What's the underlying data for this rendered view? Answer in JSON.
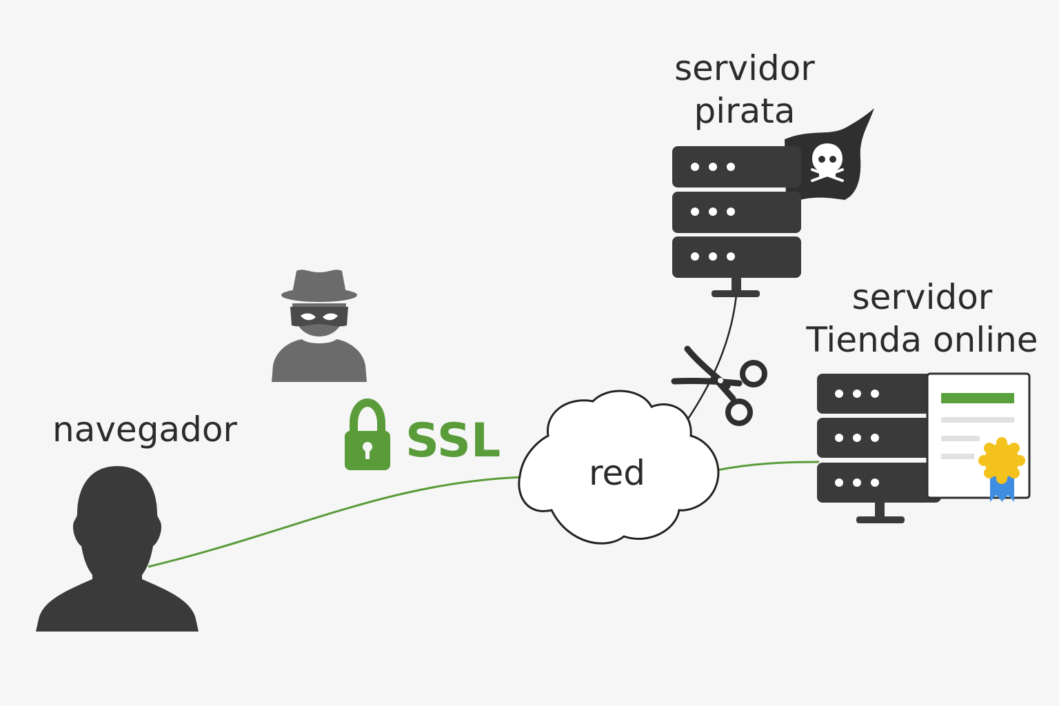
{
  "labels": {
    "pirate_server_line1": "servidor",
    "pirate_server_line2": "pirata",
    "shop_server_line1": "servidor",
    "shop_server_line2": "Tienda online",
    "browser": "navegador",
    "ssl": "SSL",
    "network": "red"
  },
  "icons": {
    "browser_user": "user-silhouette-icon",
    "attacker": "masked-hacker-icon",
    "lock": "lock-icon",
    "cloud": "cloud-icon",
    "scissors": "scissors-icon",
    "pirate_server": "server-stack-icon",
    "pirate_flag": "skull-flag-icon",
    "shop_server": "server-stack-icon",
    "certificate": "certificate-icon"
  },
  "colors": {
    "background": "#f6f6f6",
    "dark": "#3a3a3a",
    "attacker_gray": "#6b6b6b",
    "ssl_green": "#5a9b3a",
    "cert_green": "#5aa03c",
    "seal_yellow": "#f4c21d",
    "ribbon_blue": "#3f8de0"
  }
}
